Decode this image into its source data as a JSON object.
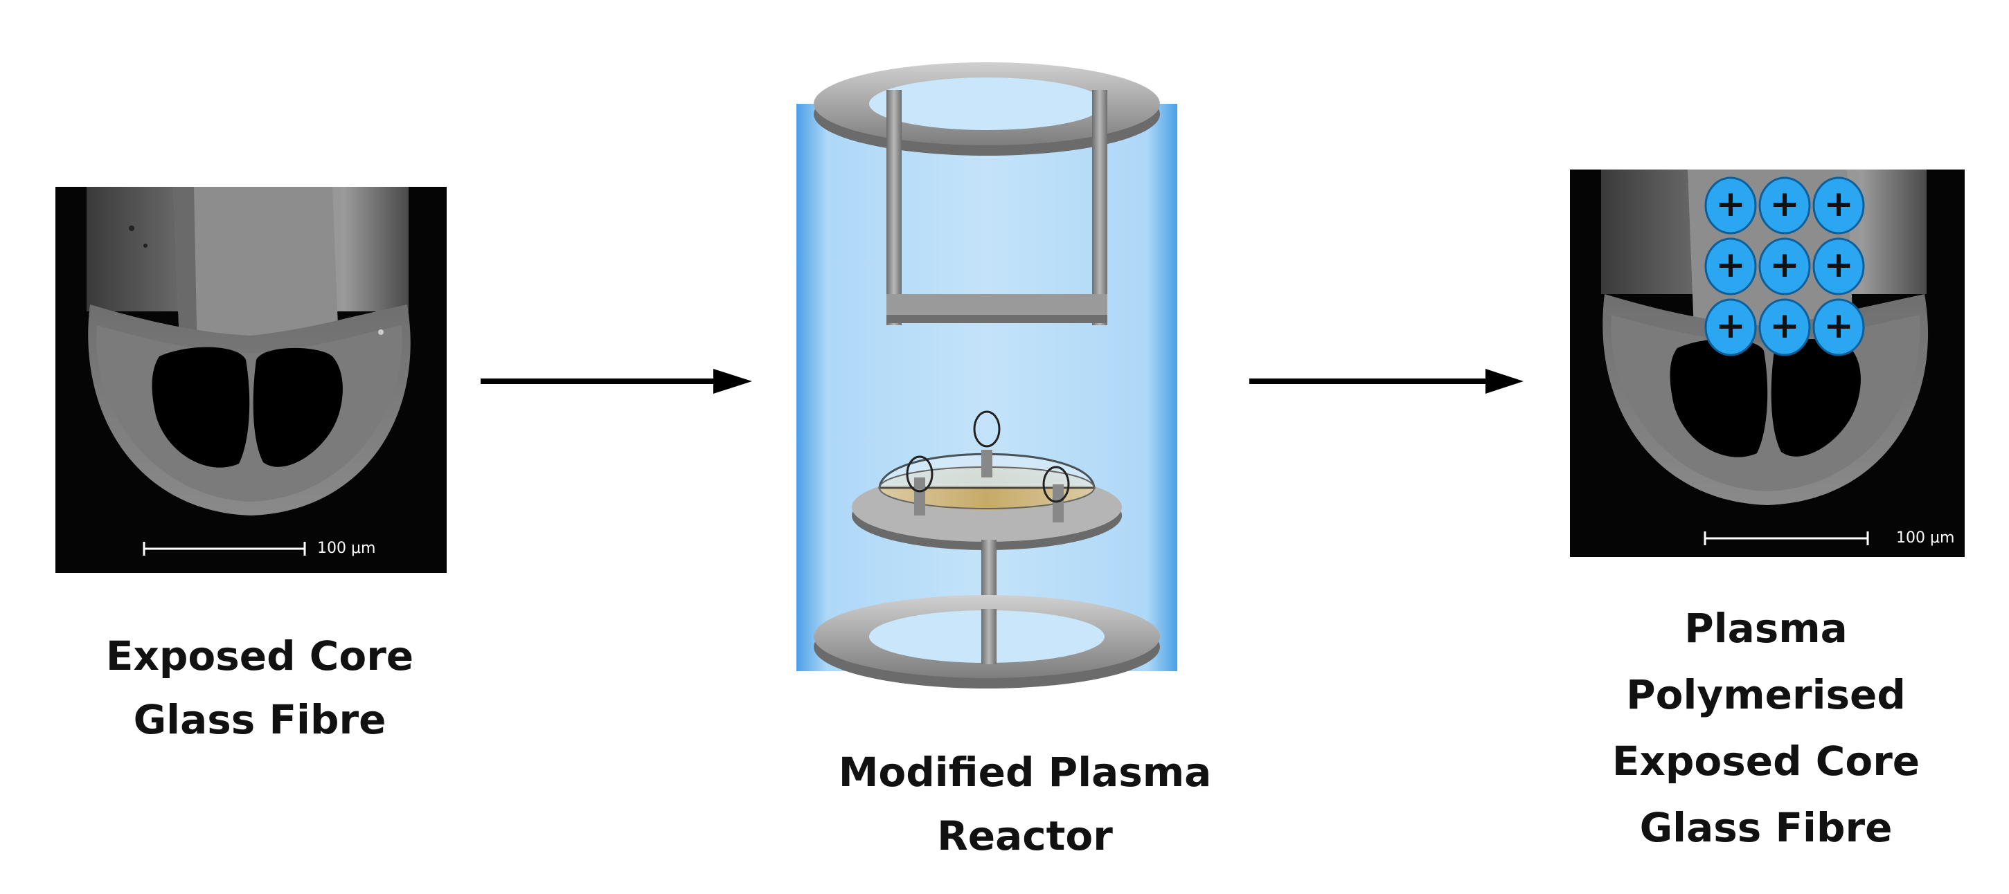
{
  "left": {
    "image": "sem-image-exposed-core-fibre",
    "scale_bar": "100 μm",
    "caption_lines": [
      "Exposed Core",
      "Glass Fibre"
    ]
  },
  "middle": {
    "image": "plasma-reactor-illustration",
    "caption_lines": [
      "Modified Plasma",
      "Reactor"
    ],
    "colors": {
      "plasma_blue": "#9fd0f3",
      "ring_gray": "#8c8c8c",
      "dish_amber": "#c9a85a"
    }
  },
  "right": {
    "image": "sem-image-plasma-polymerised-fibre",
    "scale_bar": "100 μm",
    "charge_symbol": "+",
    "charge_color": "#2aa7f0",
    "caption_lines": [
      "Plasma",
      "Polymerised",
      "Exposed Core",
      "Glass Fibre"
    ]
  },
  "arrows": [
    "right-arrow",
    "right-arrow"
  ]
}
